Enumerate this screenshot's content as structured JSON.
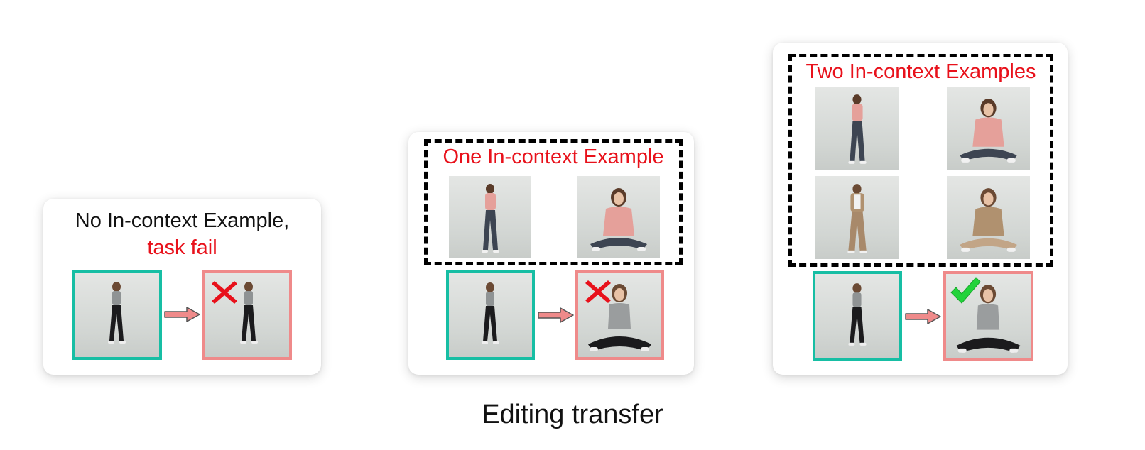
{
  "colors": {
    "title_red": "#e8111b",
    "input_frame": "#17bea4",
    "output_frame": "#ef8a8a",
    "arrow": "#ef8a8a",
    "cross": "#e8111b",
    "check": "#22d33a"
  },
  "panels": {
    "no_example": {
      "title_line1": "No In-context Example,",
      "title_line2": "task fail",
      "result_icon": "cross-icon"
    },
    "one_example": {
      "title": "One In-context Example",
      "result_icon": "cross-icon"
    },
    "two_examples": {
      "title": "Two In-context Examples",
      "result_icon": "checkmark-icon"
    }
  },
  "caption": "Editing transfer"
}
